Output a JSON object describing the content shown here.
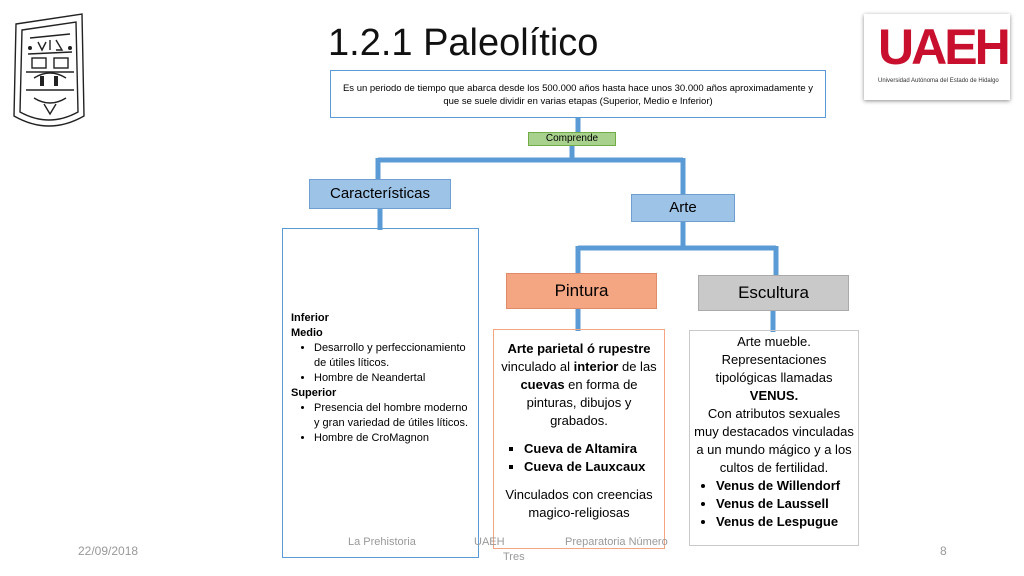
{
  "title": "1.2.1 Paleolítico",
  "description": "Es un periodo de tiempo  que abarca desde los 500.000 años hasta hace unos 30.000 años aproximadamente y que se suele dividir en varias etapas (Superior, Medio e Inferior)",
  "comprende": "Comprende",
  "logo_right": {
    "text": "UAEH",
    "subtitle": "Universidad Autónoma del Estado de Hidalgo"
  },
  "nodes": {
    "caracteristicas": "Características",
    "arte": "Arte",
    "pintura": "Pintura",
    "escultura": "Escultura"
  },
  "caracteristicas_box": {
    "inferior": "Inferior",
    "medio": "Medio",
    "medio_items": [
      "Desarrollo  y perfeccionamiento de útiles líticos.",
      "Hombre de Neandertal"
    ],
    "superior": "Superior",
    "superior_items": [
      "Presencia del hombre moderno y gran variedad de útiles líticos.",
      "Hombre  de CroMagnon"
    ]
  },
  "pintura_box": {
    "p1_a": "Arte parietal ó rupestre",
    "p1_b": " vinculado al ",
    "p1_c": "interior",
    "p1_d": " de las ",
    "p1_e": "cuevas",
    "p1_f": " en forma de pinturas, dibujos y grabados.",
    "items": [
      "Cueva de Altamira",
      "Cueva de Lauxcaux"
    ],
    "p2": "Vinculados con creencias magico-religiosas"
  },
  "escultura_box": {
    "p1": "Arte mueble. Representaciones tipológicas llamadas ",
    "p1_bold": "VENUS.",
    "p2": "Con atributos sexuales muy destacados vinculadas a un mundo mágico y a los cultos de fertilidad.",
    "items": [
      "Venus de Willendorf",
      "Venus de Laussell",
      "Venus de Lespugue"
    ]
  },
  "footer": {
    "date": "22/09/2018",
    "prehistoria": "La Prehistoria",
    "uaeh": "UAEH",
    "preparatoria": "Preparatoria Número",
    "tres": "Tres",
    "page": "8"
  },
  "colors": {
    "blue_connector": "#5b9bd5",
    "node_blue": "#9dc3e6",
    "pintura": "#f4a582",
    "escultura": "#c9c9c9",
    "comprende": "#a9d18e",
    "uaeh_red": "#c8102e"
  }
}
